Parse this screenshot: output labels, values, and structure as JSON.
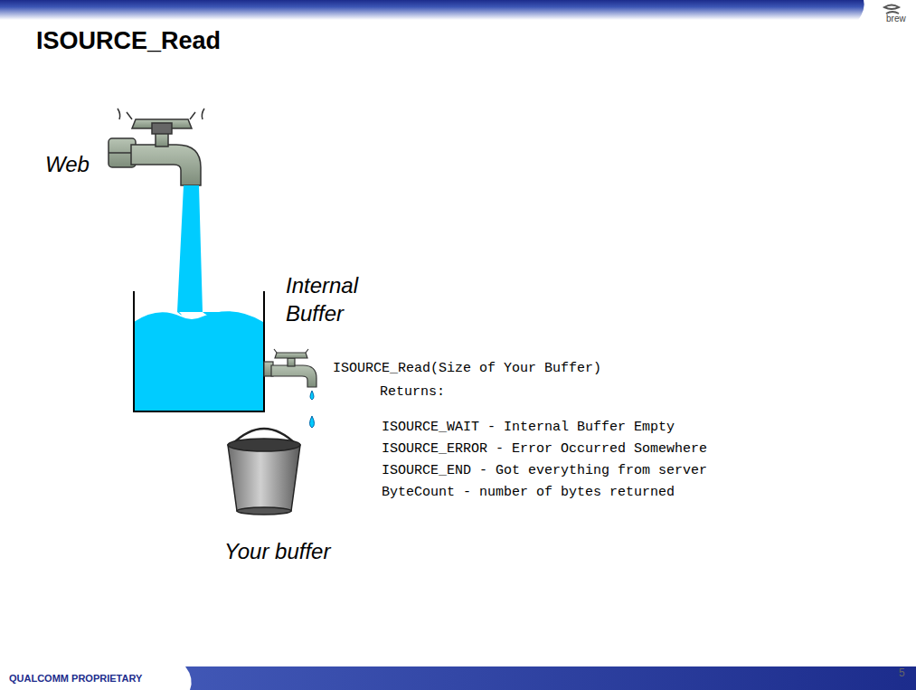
{
  "diagram": {
    "title": "ISOURCE_Read",
    "labels": [
      "Web",
      "Internal Buffer",
      "ISOURCE_Read(Size of Your Buffer)",
      "Returns:",
      "ISOURCE_WAIT - Internal Buffer Empty",
      "ISOURCE_ERROR - Error Occurred Somewhere",
      "ISOURCE_END - Got everything from server",
      "ByteCount - number of bytes returned",
      "Your buffer",
      "5",
      "QUALCOMM PROPRIETARY",
      "brew"
    ]
  }
}
